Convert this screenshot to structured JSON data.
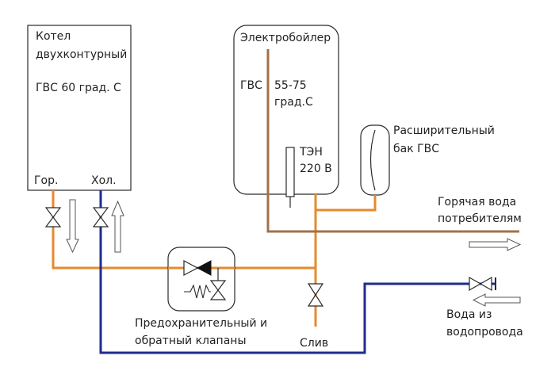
{
  "labels": {
    "boiler_line1": "Котел",
    "boiler_line2": "двухконтурный",
    "boiler_line3": "ГВС 60 град. С",
    "hot_outlet": "Гор.",
    "cold_inlet": "Хол.",
    "heater_title": "Электробойлер",
    "heater_gvs": "ГВС",
    "heater_temp1": "55-75",
    "heater_temp2": "град.С",
    "element_line1": "ТЭН",
    "element_line2": "220 В",
    "tank_line1": "Расширительный",
    "tank_line2": "бак ГВС",
    "consumer_line1": "Горячая вода",
    "consumer_line2": "потребителям",
    "mains_line1": "Вода из",
    "mains_line2": "водопровода",
    "safety_line1": "Предохранительный и",
    "safety_line2": "обратный  клапаны",
    "drain": "Слив"
  },
  "colors": {
    "hot_pipe": "#e58a2e",
    "heater_pipe": "#a0714a",
    "cold_pipe": "#1f2c8f",
    "outline": "#2a2a2a"
  }
}
